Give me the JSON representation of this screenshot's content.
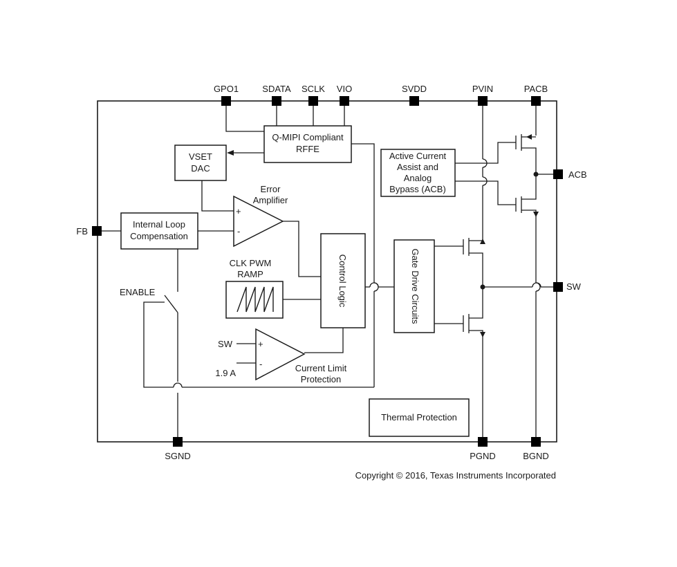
{
  "pins": {
    "gpo1": "GPO1",
    "sdata": "SDATA",
    "sclk": "SCLK",
    "vio": "VIO",
    "svdd": "SVDD",
    "pvin": "PVIN",
    "pacb": "PACB",
    "acb": "ACB",
    "sw": "SW",
    "fb": "FB",
    "sgnd": "SGND",
    "pgnd": "PGND",
    "bgnd": "BGND"
  },
  "blocks": {
    "rffe_line1": "Q-MIPI Compliant",
    "rffe_line2": "RFFE",
    "vset_line1": "VSET",
    "vset_line2": "DAC",
    "loop_line1": "Internal Loop",
    "loop_line2": "Compensation",
    "acb_line1": "Active Current",
    "acb_line2": "Assist and",
    "acb_line3": "Analog",
    "acb_line4": "Bypass (ACB)",
    "control_logic": "Control Logic",
    "gate_drive": "Gate Drive Circuits",
    "thermal": "Thermal Protection"
  },
  "labels": {
    "error_amp_line1": "Error",
    "error_amp_line2": "Amplifier",
    "clk_line1": "CLK PWM",
    "clk_line2": "RAMP",
    "enable": "ENABLE",
    "climit_sw": "SW",
    "climit_ref": "1.9 A",
    "climit_line1": "Current Limit",
    "climit_line2": "Protection",
    "amp_plus": "+",
    "amp_minus": "-"
  },
  "copyright": "Copyright © 2016, Texas Instruments Incorporated"
}
